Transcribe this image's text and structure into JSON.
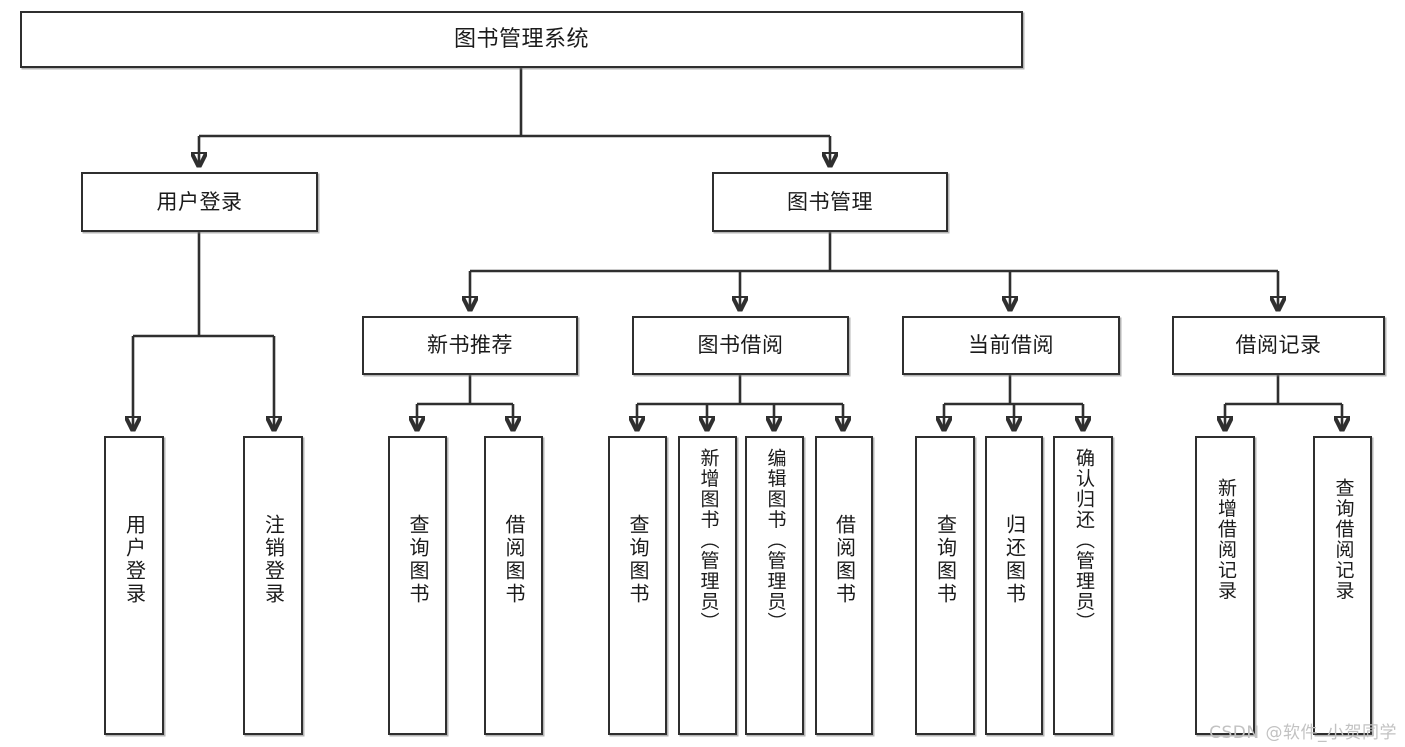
{
  "diagram": {
    "title": "图书管理系统",
    "type": "tree",
    "background_color": "#ffffff",
    "line_color": "#2f2f2f",
    "box_border_color": "#2f2f2f",
    "box_fill_color": "#ffffff",
    "text_color": "#1b1b1b"
  },
  "nodes": {
    "root": {
      "label": "图书管理系统"
    },
    "level2": [
      {
        "id": "user-login",
        "label": "用户登录"
      },
      {
        "id": "book-manage",
        "label": "图书管理"
      }
    ],
    "level3": [
      {
        "id": "new-book-recommend",
        "label": "新书推荐"
      },
      {
        "id": "book-borrow",
        "label": "图书借阅"
      },
      {
        "id": "current-borrow",
        "label": "当前借阅"
      },
      {
        "id": "borrow-record",
        "label": "借阅记录"
      }
    ],
    "leaves": {
      "user_login": [
        {
          "id": "leaf-user-login",
          "label": "用户登录"
        },
        {
          "id": "leaf-logout",
          "label": "注销登录"
        }
      ],
      "new_book_recommend": [
        {
          "id": "leaf-query-book-1",
          "label": "查询图书"
        },
        {
          "id": "leaf-borrow-book-1",
          "label": "借阅图书"
        }
      ],
      "book_borrow": [
        {
          "id": "leaf-query-book-2",
          "label": "查询图书"
        },
        {
          "id": "leaf-add-book",
          "label": "新增图书（管理员）"
        },
        {
          "id": "leaf-edit-book",
          "label": "编辑图书（管理员）"
        },
        {
          "id": "leaf-borrow-book-2",
          "label": "借阅图书"
        }
      ],
      "current_borrow": [
        {
          "id": "leaf-query-book-3",
          "label": "查询图书"
        },
        {
          "id": "leaf-return-book",
          "label": "归还图书"
        },
        {
          "id": "leaf-confirm-return",
          "label": "确认归还（管理员）"
        }
      ],
      "borrow_record": [
        {
          "id": "leaf-add-record",
          "label": "新增借阅记录"
        },
        {
          "id": "leaf-query-record",
          "label": "查询借阅记录"
        }
      ]
    }
  },
  "watermark": {
    "text": "CSDN @软件_小贺同学"
  }
}
